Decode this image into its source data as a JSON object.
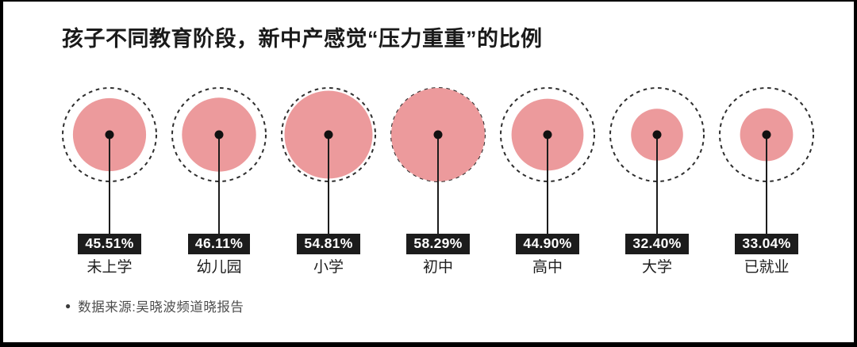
{
  "title": "孩子不同教育阶段，新中产感觉“压力重重”的比例",
  "source": {
    "bullet": "●",
    "text": "数据来源:吴晓波频道晓报告"
  },
  "chart_data": {
    "type": "bubble",
    "layout": "horizontal-row",
    "title": "孩子不同教育阶段，新中产感觉“压力重重”的比例",
    "categories": [
      "未上学",
      "幼儿园",
      "小学",
      "初中",
      "高中",
      "大学",
      "已就业"
    ],
    "values": [
      45.51,
      46.11,
      54.81,
      58.29,
      44.9,
      32.4,
      33.04
    ],
    "value_labels": [
      "45.51%",
      "46.11%",
      "54.81%",
      "58.29%",
      "44.90%",
      "32.40%",
      "33.04%"
    ],
    "max_bubble_value": 58.29,
    "scaling": "bubble radius proportional to value; max value fills dashed outer ring",
    "legend": "none",
    "grid": "off",
    "colors": {
      "bubble_fill": "#EC9A9C",
      "outer_ring": "#2E2E2E",
      "connector": "#1C1C1C",
      "center_dot": "#111111",
      "value_box_bg": "#1C1C1C",
      "value_text": "#FFFFFF",
      "label_text": "#1D1D1D",
      "source_text": "#4D4D4D",
      "frame_border": "#000000",
      "background": "#FFFFFF"
    }
  }
}
